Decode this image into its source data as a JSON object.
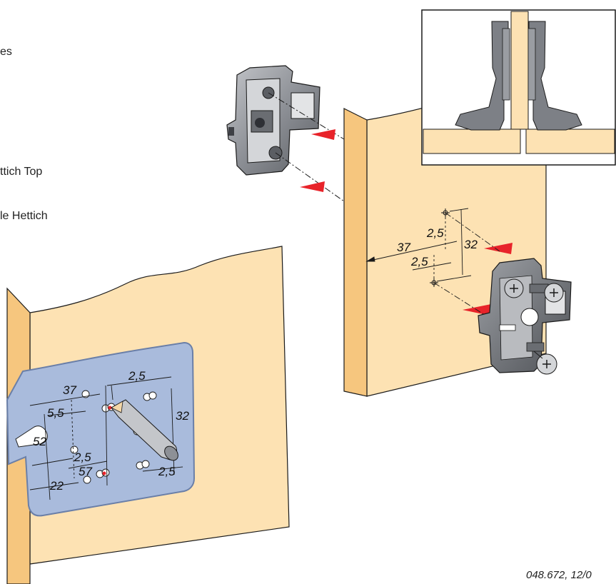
{
  "page_text": {
    "fragment_1": "es",
    "fragment_2": "ttich Top",
    "fragment_3": "le Hettich"
  },
  "dimensions": {
    "right_panel": {
      "horizontal": "37",
      "offset_top": "2,5",
      "offset_bottom": "2,5",
      "vertical": "32"
    },
    "template": {
      "width_top": "37",
      "offset_a": "2,5",
      "offset_b": "5,5",
      "height_left": "52",
      "height_right": "32",
      "offset_c": "2,5",
      "offset_d": "2,5",
      "width_bottom": "22",
      "width_bottom_2": "57"
    }
  },
  "document_number": "048.672, 12/0",
  "colors": {
    "wood_face": "#fde2b3",
    "wood_edge": "#f6c67e",
    "template_blue": "#a9bbdc",
    "template_outline": "#6a7fa8",
    "hardware_gray": "#8d9096",
    "arrow_red": "#e8232a",
    "outline": "#1a1a1a"
  },
  "icons": {
    "drill_mark": "crosshair-icon",
    "screw": "phillips-screw-icon",
    "arrow": "red-arrow-icon"
  }
}
